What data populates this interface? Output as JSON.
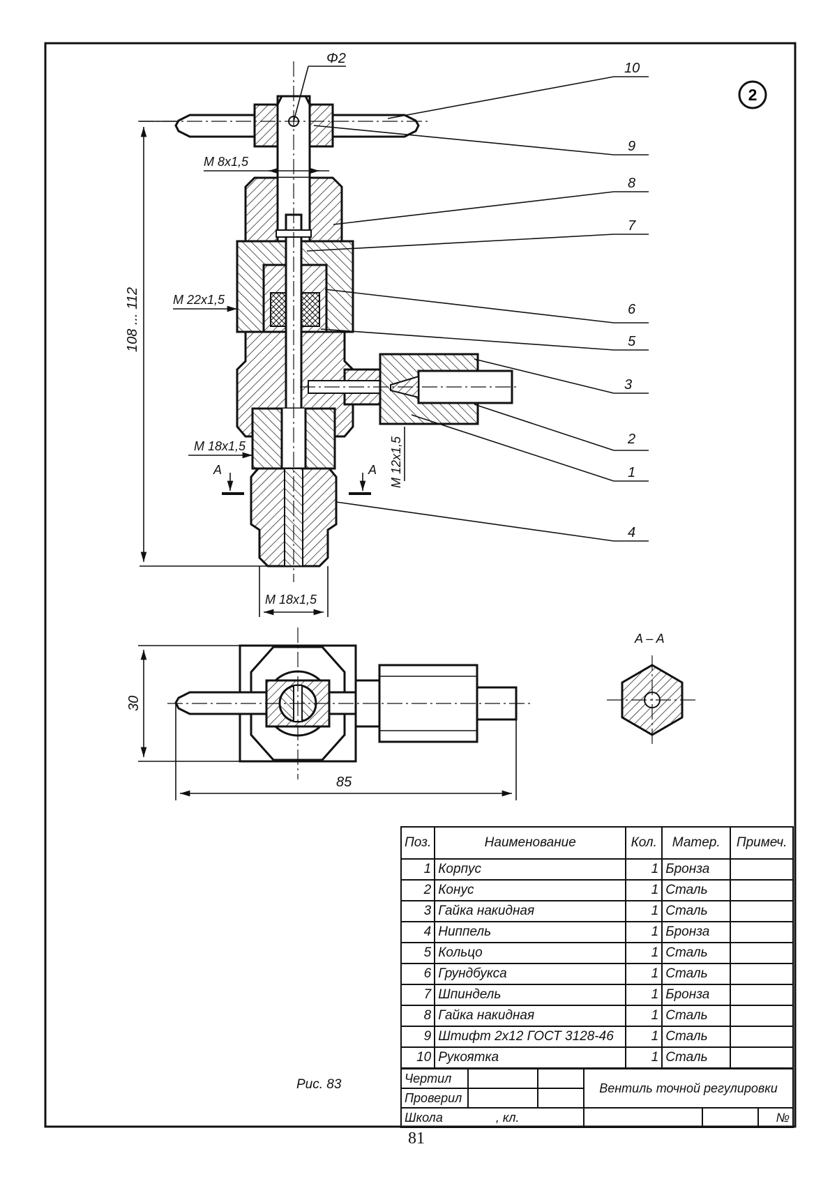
{
  "sheet": {
    "badge": "2",
    "caption": "Рис. 83",
    "page_number": "81"
  },
  "callouts": [
    "10",
    "9",
    "8",
    "7",
    "6",
    "5",
    "3",
    "2",
    "1",
    "4"
  ],
  "dimensions": {
    "phi": "Φ2",
    "m8": "M 8x1,5",
    "m22": "M 22x1,5",
    "m18_upper": "M 18x1,5",
    "m18_lower": "M 18x1,5",
    "m12": "M 12x1,5",
    "height": "108 ... 112",
    "width_30": "30",
    "width_85": "85",
    "section_a_left": "A",
    "section_a_right": "A",
    "section_title": "A – A"
  },
  "spec": {
    "headers": [
      "Поз.",
      "Наименование",
      "Кол.",
      "Матер.",
      "Примеч."
    ],
    "rows": [
      {
        "pos": "1",
        "name": "Корпус",
        "qty": "1",
        "mat": "Бронза",
        "note": ""
      },
      {
        "pos": "2",
        "name": "Конус",
        "qty": "1",
        "mat": "Сталь",
        "note": ""
      },
      {
        "pos": "3",
        "name": "Гайка накидная",
        "qty": "1",
        "mat": "Сталь",
        "note": ""
      },
      {
        "pos": "4",
        "name": "Ниппель",
        "qty": "1",
        "mat": "Бронза",
        "note": ""
      },
      {
        "pos": "5",
        "name": "Кольцо",
        "qty": "1",
        "mat": "Сталь",
        "note": ""
      },
      {
        "pos": "6",
        "name": "Грундбукса",
        "qty": "1",
        "mat": "Сталь",
        "note": ""
      },
      {
        "pos": "7",
        "name": "Шпиндель",
        "qty": "1",
        "mat": "Бронза",
        "note": ""
      },
      {
        "pos": "8",
        "name": "Гайка накидная",
        "qty": "1",
        "mat": "Сталь",
        "note": ""
      },
      {
        "pos": "9",
        "name": "Штифт 2x12 ГОСТ 3128-46",
        "qty": "1",
        "mat": "Сталь",
        "note": ""
      },
      {
        "pos": "10",
        "name": "Рукоятка",
        "qty": "1",
        "mat": "Сталь",
        "note": ""
      }
    ]
  },
  "title_block": {
    "drew": "Чертил",
    "checked": "Проверил",
    "school": "Школа",
    "class": ", кл.",
    "title": "Вентиль точной регулировки",
    "number": "№"
  }
}
